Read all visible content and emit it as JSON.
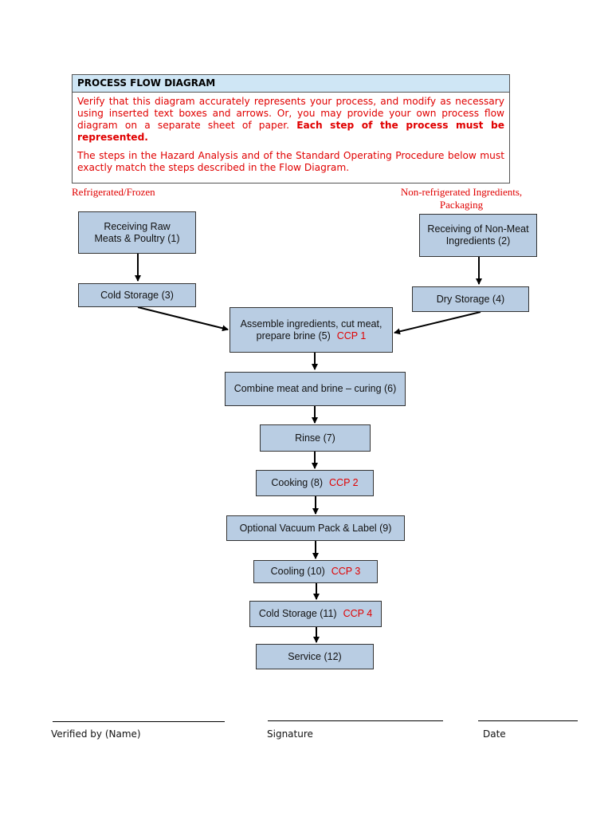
{
  "header": {
    "title": "PROCESS FLOW DIAGRAM",
    "para1_text": "Verify that this diagram accurately represents your process, and modify as necessary using inserted text boxes and arrows. Or, you may provide your own process flow diagram on a separate sheet of paper. ",
    "para1_bold": "Each step of the process must be represented.",
    "para2_text": "The steps in the Hazard Analysis and of the Standard Operating Procedure below must exactly match the steps described in the Flow Diagram."
  },
  "labels": {
    "left": "Refrigerated/Frozen",
    "right": "Non-refrigerated Ingredients, Packaging"
  },
  "steps": {
    "s1": "Receiving Raw Meats & Poultry (1)",
    "s2": "Receiving of Non-Meat Ingredients (2)",
    "s3": "Cold Storage (3)",
    "s4": "Dry Storage (4)",
    "s5": "Assemble ingredients, cut meat, prepare brine (5)",
    "s6": "Combine meat and brine – curing (6)",
    "s7": "Rinse (7)",
    "s8": "Cooking (8)",
    "s9": "Optional Vacuum Pack & Label (9)",
    "s10": "Cooling (10)",
    "s11": "Cold Storage (11)",
    "s12": "Service (12)"
  },
  "ccp": {
    "s5": "CCP 1",
    "s8": "CCP 2",
    "s10": "CCP 3",
    "s11": "CCP 4"
  },
  "signature": {
    "verified_by": "Verified by (Name)",
    "signature": "Signature",
    "date": "Date"
  }
}
